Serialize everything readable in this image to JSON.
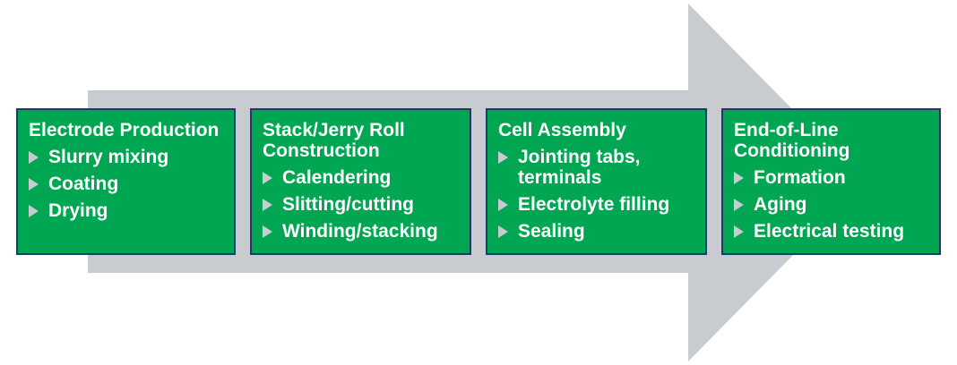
{
  "colors": {
    "box_fill": "#00a651",
    "box_border": "#1d3a6b",
    "arrow_fill": "#c8ccd0",
    "text": "#ffffff",
    "bullet": "#c8ccd0"
  },
  "stages": [
    {
      "title": "Electrode Production",
      "items": [
        "Slurry mixing",
        "Coating",
        "Drying"
      ]
    },
    {
      "title": "Stack/Jerry Roll Construction",
      "items": [
        "Calendering",
        "Slitting/cutting",
        "Winding/stacking"
      ]
    },
    {
      "title": "Cell Assembly",
      "items": [
        "Jointing tabs, terminals",
        "Electrolyte filling",
        "Sealing"
      ]
    },
    {
      "title": "End-of-Line Conditioning",
      "items": [
        "Formation",
        "Aging",
        "Electrical testing"
      ]
    }
  ]
}
